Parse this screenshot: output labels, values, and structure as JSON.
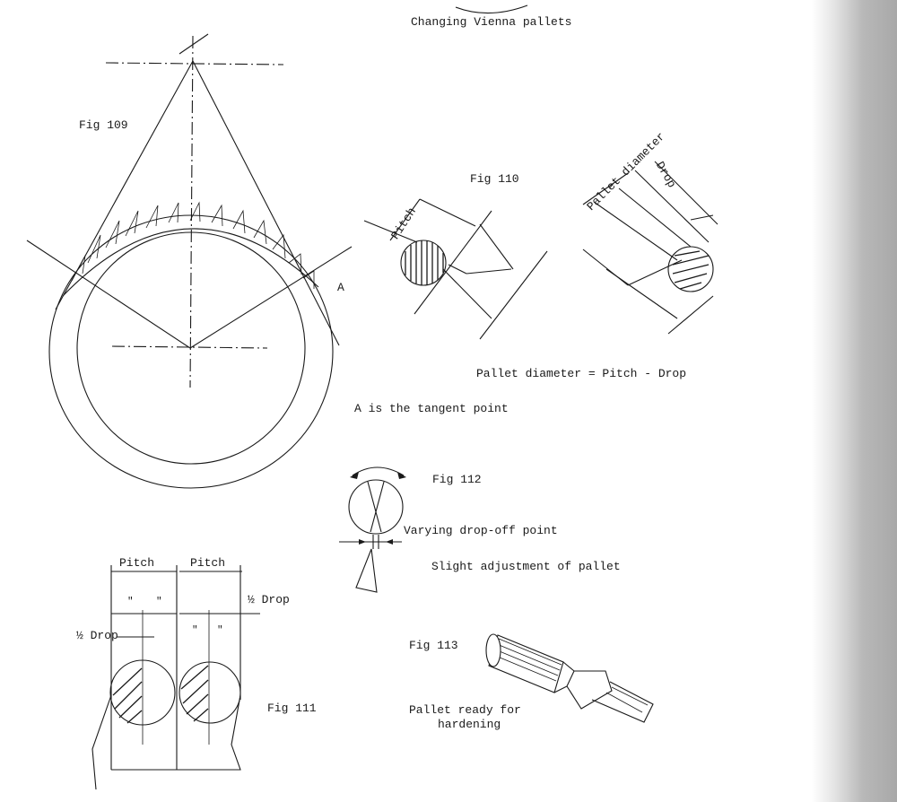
{
  "header": {
    "caption": "Changing Vienna pallets"
  },
  "fig109": {
    "label": "Fig 109",
    "point_label": "A"
  },
  "fig110": {
    "label": "Fig 110",
    "pitch_label": "Pitch",
    "pallet_diameter_label": "Pallet diameter",
    "drop_label": "Drop",
    "formula": "Pallet diameter = Pitch - Drop"
  },
  "notes": {
    "tangent": "A is the tangent point"
  },
  "fig112": {
    "label": "Fig 112",
    "drop_off": "Varying drop-off point",
    "adjustment": "Slight adjustment of pallet"
  },
  "fig111": {
    "label": "Fig 111",
    "pitch_left": "Pitch",
    "pitch_right": "Pitch",
    "half_drop_right": "½ Drop",
    "half_drop_left": "½ Drop",
    "ditto_1": "\"",
    "ditto_2": "\"",
    "ditto_3": "\"",
    "ditto_4": "\""
  },
  "fig113": {
    "label": "Fig 113",
    "caption_line1": "Pallet ready for",
    "caption_line2": "hardening"
  }
}
